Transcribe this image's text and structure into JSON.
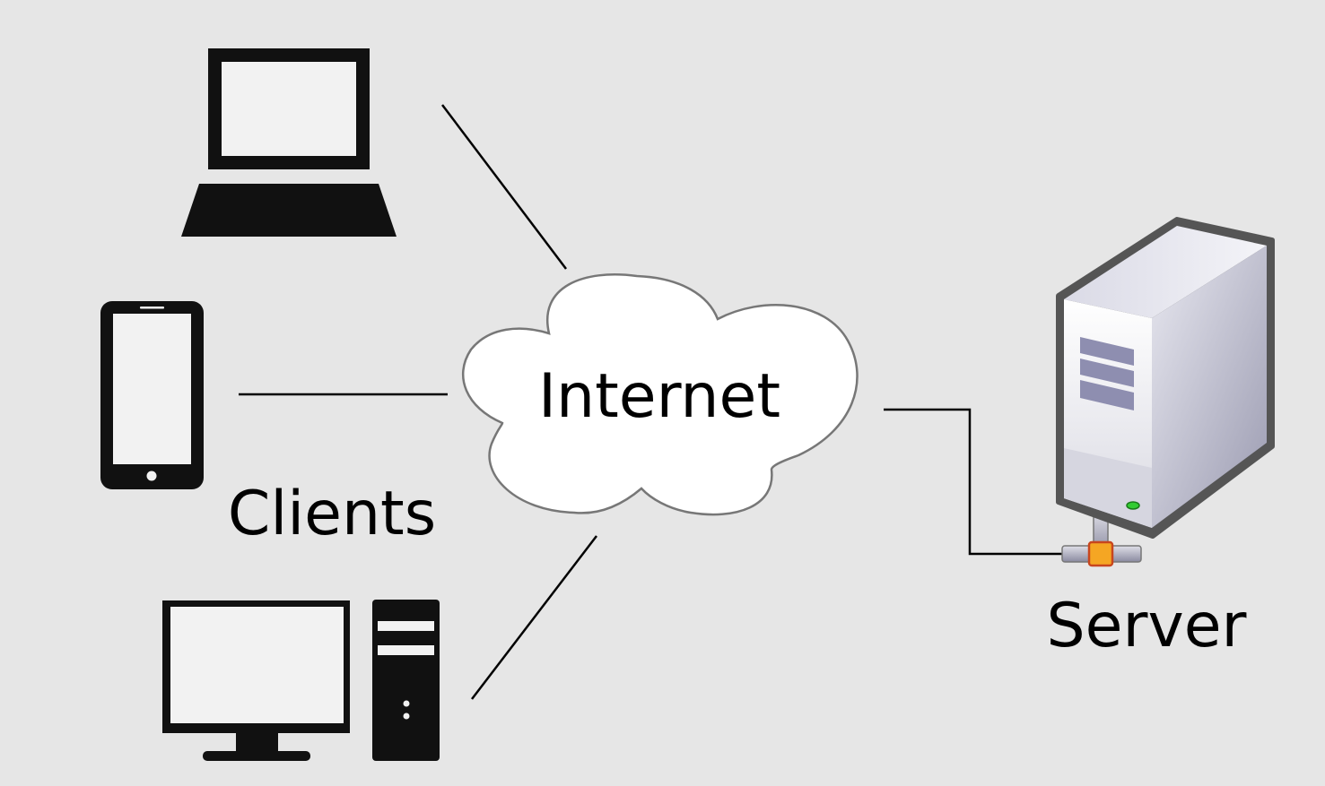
{
  "labels": {
    "internet": "Internet",
    "clients": "Clients",
    "server": "Server"
  },
  "nodes": {
    "internet": {
      "icon": "cloud-icon"
    },
    "clients": [
      {
        "icon": "laptop-icon"
      },
      {
        "icon": "smartphone-icon"
      },
      {
        "icon": "desktop-computer-icon"
      }
    ],
    "server": {
      "icon": "server-tower-icon"
    }
  },
  "colors": {
    "background": "#e6e6e6",
    "icon_fill": "#111111",
    "screen_fill": "#f2f2f2",
    "cloud_fill": "#ffffff",
    "cloud_stroke": "#777777",
    "connector_node": "#f5a623",
    "server_led": "#33cc33"
  }
}
